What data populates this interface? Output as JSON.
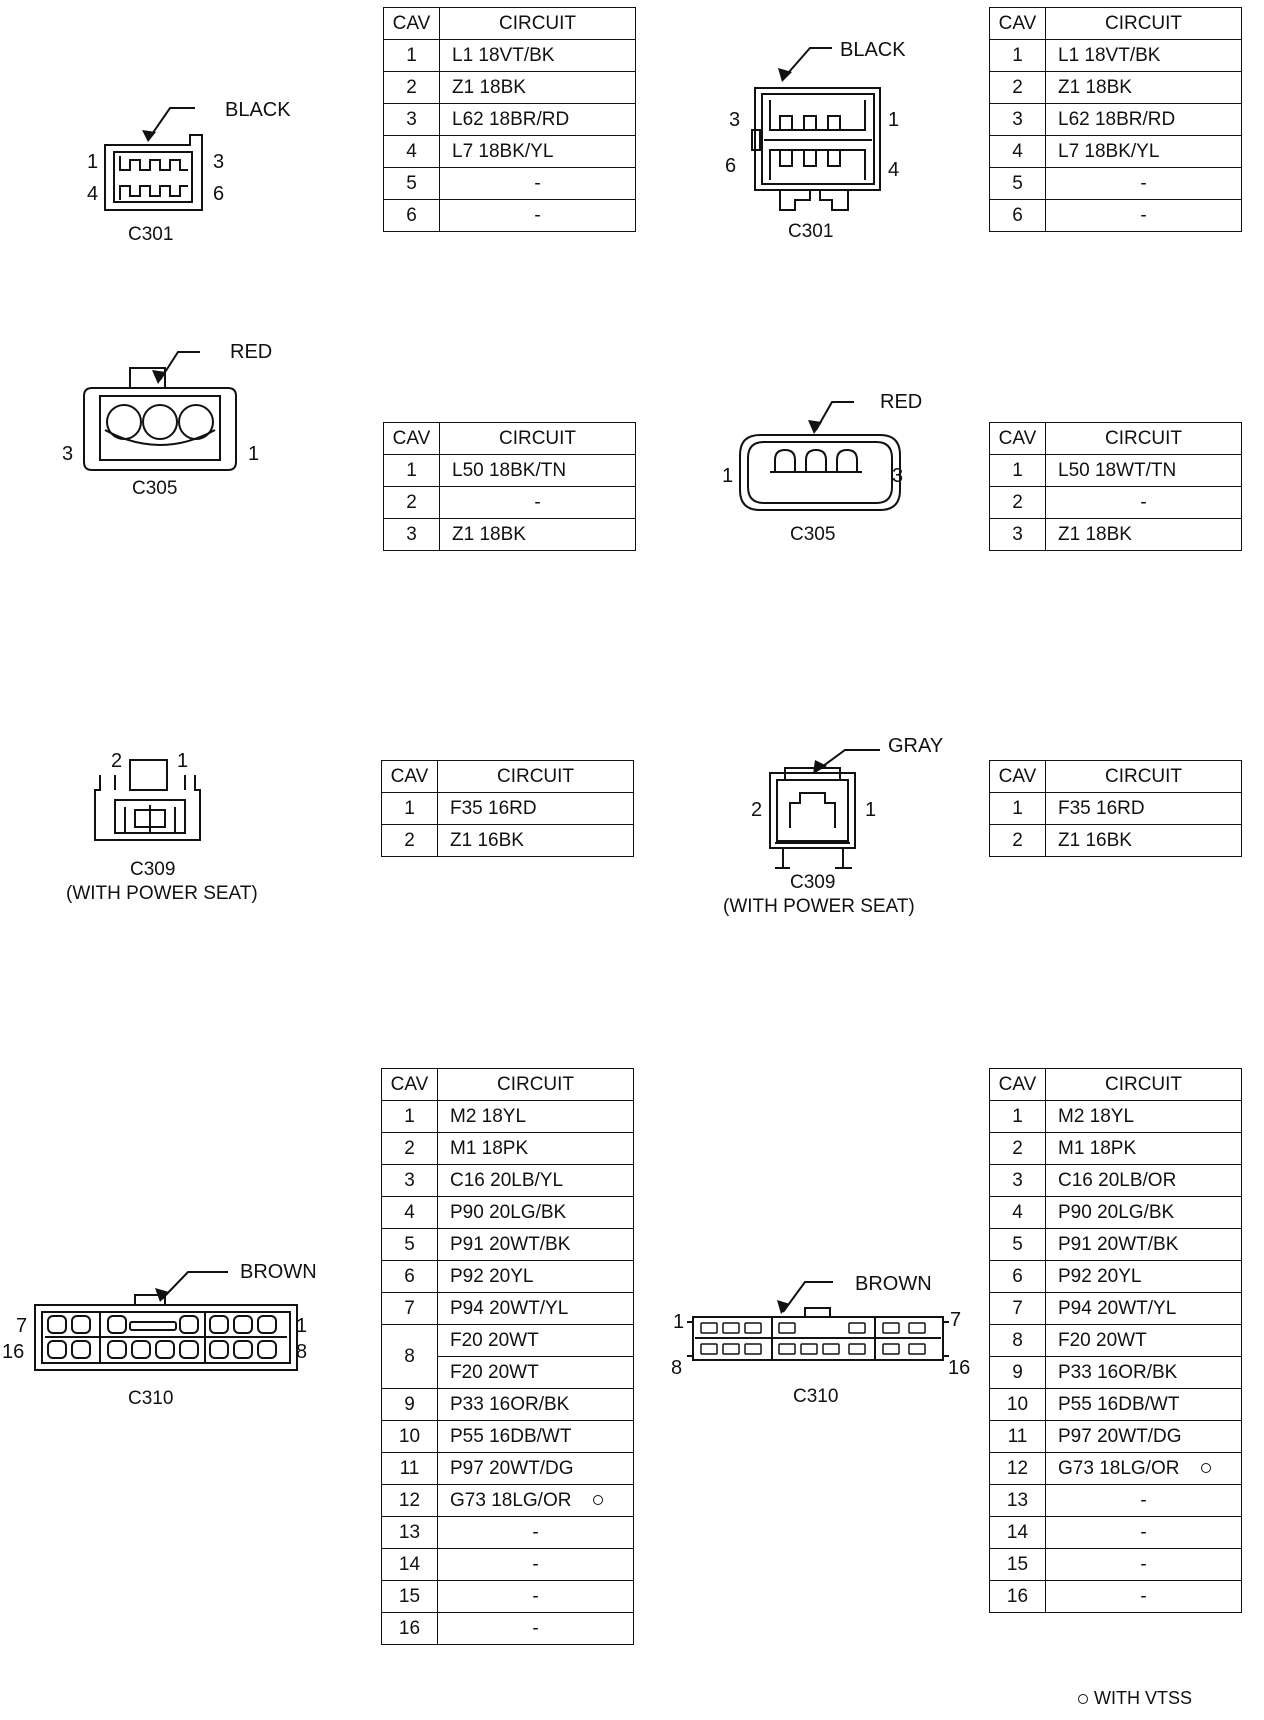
{
  "headers": {
    "cav": "CAV",
    "circuit": "CIRCUIT"
  },
  "colors": {
    "ink": "#111111",
    "background": "#ffffff"
  },
  "connectors": {
    "c301_left": {
      "name": "C301",
      "color": "BLACK",
      "pins": [
        "1",
        "3",
        "4",
        "6"
      ]
    },
    "c301_right": {
      "name": "C301",
      "color": "BLACK",
      "pins": [
        "3",
        "1",
        "6",
        "4"
      ]
    },
    "c305_left": {
      "name": "C305",
      "color": "RED",
      "pins": [
        "3",
        "1"
      ]
    },
    "c305_right": {
      "name": "C305",
      "color": "RED",
      "pins": [
        "1",
        "3"
      ]
    },
    "c309_left": {
      "name": "C309",
      "note": "(WITH POWER SEAT)",
      "pins": [
        "2",
        "1"
      ]
    },
    "c309_right": {
      "name": "C309",
      "note": "(WITH POWER SEAT)",
      "color": "GRAY",
      "pins": [
        "2",
        "1"
      ]
    },
    "c310_left": {
      "name": "C310",
      "color": "BROWN",
      "pins": [
        "7",
        "1",
        "16",
        "8"
      ]
    },
    "c310_right": {
      "name": "C310",
      "color": "BROWN",
      "pins": [
        "1",
        "7",
        "8",
        "16"
      ]
    }
  },
  "tables": {
    "c301_left": [
      {
        "cav": "1",
        "circuit": "L1 18VT/BK"
      },
      {
        "cav": "2",
        "circuit": "Z1 18BK"
      },
      {
        "cav": "3",
        "circuit": "L62 18BR/RD"
      },
      {
        "cav": "4",
        "circuit": "L7 18BK/YL"
      },
      {
        "cav": "5",
        "circuit": "-"
      },
      {
        "cav": "6",
        "circuit": "-"
      }
    ],
    "c301_right": [
      {
        "cav": "1",
        "circuit": "L1 18VT/BK"
      },
      {
        "cav": "2",
        "circuit": "Z1 18BK"
      },
      {
        "cav": "3",
        "circuit": "L62 18BR/RD"
      },
      {
        "cav": "4",
        "circuit": "L7 18BK/YL"
      },
      {
        "cav": "5",
        "circuit": "-"
      },
      {
        "cav": "6",
        "circuit": "-"
      }
    ],
    "c305_left": [
      {
        "cav": "1",
        "circuit": "L50 18BK/TN"
      },
      {
        "cav": "2",
        "circuit": "-"
      },
      {
        "cav": "3",
        "circuit": "Z1 18BK"
      }
    ],
    "c305_right": [
      {
        "cav": "1",
        "circuit": "L50 18WT/TN"
      },
      {
        "cav": "2",
        "circuit": "-"
      },
      {
        "cav": "3",
        "circuit": "Z1 18BK"
      }
    ],
    "c309_left": [
      {
        "cav": "1",
        "circuit": "F35 16RD"
      },
      {
        "cav": "2",
        "circuit": "Z1 16BK"
      }
    ],
    "c309_right": [
      {
        "cav": "1",
        "circuit": "F35 16RD"
      },
      {
        "cav": "2",
        "circuit": "Z1 16BK"
      }
    ],
    "c310_left": [
      {
        "cav": "1",
        "circuit": "M2 18YL"
      },
      {
        "cav": "2",
        "circuit": "M1 18PK"
      },
      {
        "cav": "3",
        "circuit": "C16 20LB/YL"
      },
      {
        "cav": "4",
        "circuit": "P90 20LG/BK"
      },
      {
        "cav": "5",
        "circuit": "P91 20WT/BK"
      },
      {
        "cav": "6",
        "circuit": "P92 20YL"
      },
      {
        "cav": "7",
        "circuit": "P94 20WT/YL"
      },
      {
        "cav": "8",
        "circuit": "F20 20WT",
        "circuit2": "F20 20WT"
      },
      {
        "cav": "9",
        "circuit": "P33 16OR/BK"
      },
      {
        "cav": "10",
        "circuit": "P55 16DB/WT"
      },
      {
        "cav": "11",
        "circuit": "P97 20WT/DG"
      },
      {
        "cav": "12",
        "circuit": "G73 18LG/OR",
        "vtss": true
      },
      {
        "cav": "13",
        "circuit": "-"
      },
      {
        "cav": "14",
        "circuit": "-"
      },
      {
        "cav": "15",
        "circuit": "-"
      },
      {
        "cav": "16",
        "circuit": "-"
      }
    ],
    "c310_right": [
      {
        "cav": "1",
        "circuit": "M2 18YL"
      },
      {
        "cav": "2",
        "circuit": "M1 18PK"
      },
      {
        "cav": "3",
        "circuit": "C16 20LB/OR"
      },
      {
        "cav": "4",
        "circuit": "P90 20LG/BK"
      },
      {
        "cav": "5",
        "circuit": "P91 20WT/BK"
      },
      {
        "cav": "6",
        "circuit": "P92 20YL"
      },
      {
        "cav": "7",
        "circuit": "P94 20WT/YL"
      },
      {
        "cav": "8",
        "circuit": "F20 20WT"
      },
      {
        "cav": "9",
        "circuit": "P33 16OR/BK"
      },
      {
        "cav": "10",
        "circuit": "P55 16DB/WT"
      },
      {
        "cav": "11",
        "circuit": "P97 20WT/DG"
      },
      {
        "cav": "12",
        "circuit": "G73 18LG/OR",
        "vtss": true
      },
      {
        "cav": "13",
        "circuit": "-"
      },
      {
        "cav": "14",
        "circuit": "-"
      },
      {
        "cav": "15",
        "circuit": "-"
      },
      {
        "cav": "16",
        "circuit": "-"
      }
    ]
  },
  "legend": {
    "text": "WITH VTSS"
  }
}
